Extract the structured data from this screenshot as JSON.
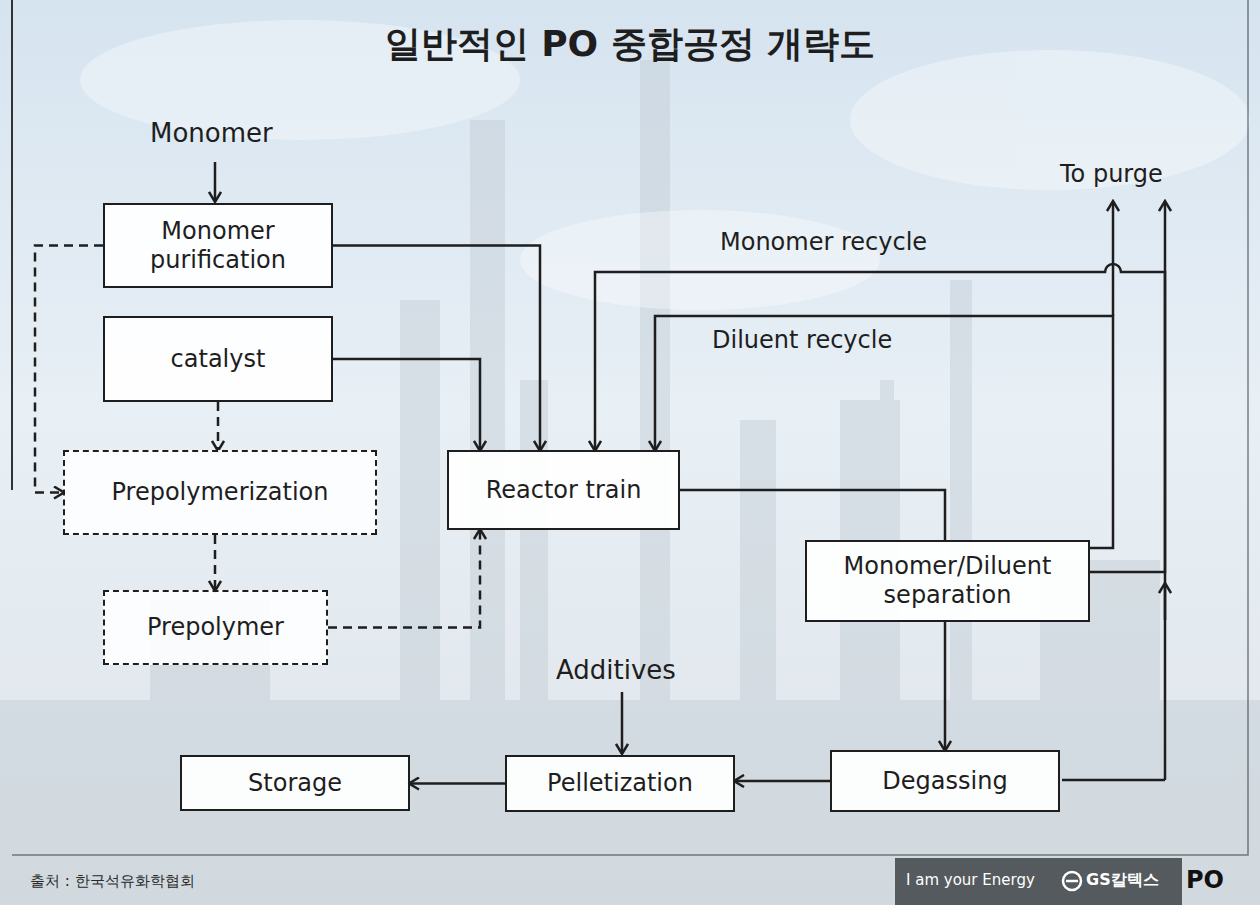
{
  "diagram": {
    "title": "일반적인 PO 중합공정 개략도",
    "caption": "출처 : 한국석유화학협회",
    "nodes": [
      {
        "text": [
          "Monomer purification"
        ]
      },
      {
        "text": [
          "catalyst"
        ]
      },
      {
        "text": [
          "Prepolymerization"
        ]
      },
      {
        "text": [
          "Reactor train"
        ]
      },
      {
        "text": [
          "Prepolymer"
        ]
      },
      {
        "text": [
          "Monomer/Diluent separation"
        ]
      },
      {
        "text": [
          "Storage"
        ]
      },
      {
        "text": [
          "Pelletization"
        ]
      },
      {
        "text": [
          "Degassing"
        ]
      }
    ],
    "edges": [
      {
        "from": 0,
        "to": 3,
        "arrow": "to"
      },
      {
        "from": 1,
        "to": 3,
        "arrow": "to"
      },
      {
        "from": 0,
        "to": 2,
        "arrow": "to"
      },
      {
        "from": 1,
        "to": 2,
        "arrow": "to"
      },
      {
        "from": 2,
        "to": 4,
        "arrow": "to"
      },
      {
        "from": 4,
        "to": 3,
        "arrow": "to"
      },
      {
        "from": 3,
        "to": 5,
        "arrow": "none"
      },
      {
        "from": 5,
        "to": 3,
        "label": "Monomer recycle",
        "arrow": "to"
      },
      {
        "from": 5,
        "to": 3,
        "label": "Diluent recycle",
        "arrow": "to"
      },
      {
        "from": 5,
        "to": 8,
        "arrow": "to"
      },
      {
        "from": 8,
        "to": 7,
        "arrow": "to"
      },
      {
        "from": 7,
        "to": 6,
        "arrow": "to"
      }
    ],
    "labels": [
      "Monomer",
      "To purge",
      "Additives",
      "I am your Energy",
      "GS칼텍스",
      "PO"
    ]
  }
}
